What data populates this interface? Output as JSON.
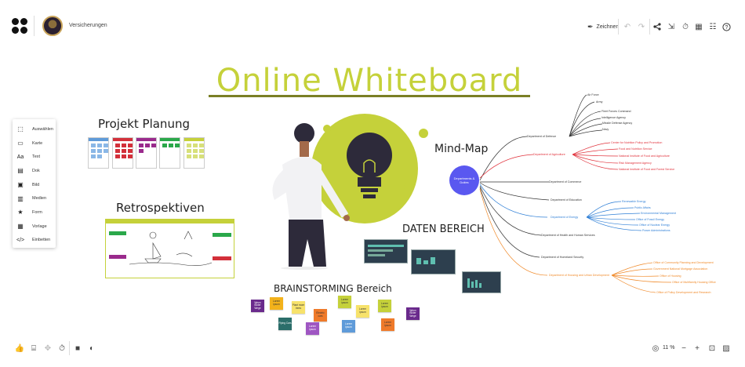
{
  "topbar": {
    "board_name": "Versicherungen",
    "draw_label": "Zeichnen"
  },
  "tools": [
    {
      "label": "Auswählen",
      "icon": "select-icon"
    },
    {
      "label": "Karte",
      "icon": "card-icon"
    },
    {
      "label": "Text",
      "icon": "text-icon"
    },
    {
      "label": "Dok",
      "icon": "document-icon"
    },
    {
      "label": "Bild",
      "icon": "image-icon"
    },
    {
      "label": "Medien",
      "icon": "media-icon"
    },
    {
      "label": "Form",
      "icon": "shape-icon"
    },
    {
      "label": "Vorlage",
      "icon": "template-icon"
    },
    {
      "label": "Einbetten",
      "icon": "embed-icon"
    }
  ],
  "canvas": {
    "title": "Online Whiteboard",
    "sections": {
      "project": "Projekt Planung",
      "retro": "Retrospektiven",
      "mindmap": "Mind-Map",
      "data": "DATEN BEREICH",
      "brainstorm": "BRAINSTORMING Bereich"
    },
    "mindmap": {
      "center": "Departments & Duties",
      "departments": [
        "Department of Defence",
        "Department of Agriculture",
        "Department of Commerce",
        "Department of Education",
        "Department of Energy",
        "Department of Health and Human Services",
        "Department of Homeland Security",
        "Department of Housing and Urban Development"
      ],
      "defence_items": [
        "Air Force",
        "Army",
        "Fleet Forces Command",
        "Intelligence Agency",
        "Missile Defense Agency",
        "Navy"
      ],
      "agriculture_items": [
        "Center for Nutrition Policy and Promotion",
        "Food and Nutrition Service",
        "National Institute of Food and Agriculture",
        "Risk Management Agency",
        "National Institute of Food and Forest Service"
      ],
      "energy_items": [
        "Renewable Energy",
        "Public Affairs",
        "Environmental Management",
        "Office of Fossil Energy",
        "Office of Nuclear Energy",
        "Power Administrations"
      ],
      "housing_items": [
        "Office of Community Planning and Development",
        "Government National Mortgage Association",
        "Office of Housing",
        "Office of Multifamily Housing Office",
        "Office of Policy Development and Research"
      ]
    },
    "stickies": [
      {
        "text": "Wenn Bilder Wege",
        "color": "#6a2a8c",
        "fg": "#fff"
      },
      {
        "text": "Lorem ipsum",
        "color": "#f3b21b",
        "fg": "#222"
      },
      {
        "text": "Plant more trees",
        "color": "#f7e26b",
        "fg": "#222"
      },
      {
        "text": "Flying Cars",
        "color": "#2b6e6a",
        "fg": "#fff"
      },
      {
        "text": "Electric cars",
        "color": "#ef7a2a",
        "fg": "#222"
      },
      {
        "text": "Lorem ipsum",
        "color": "#c5d13a",
        "fg": "#222"
      },
      {
        "text": "Lorem ipsum",
        "color": "#9f56c2",
        "fg": "#fff"
      },
      {
        "text": "Lorem ipsum",
        "color": "#f7e26b",
        "fg": "#222"
      },
      {
        "text": "Lorem ipsum",
        "color": "#5f9bd9",
        "fg": "#fff"
      },
      {
        "text": "Lorem ipsum",
        "color": "#c5d13a",
        "fg": "#222"
      },
      {
        "text": "Lorem ipsum",
        "color": "#ef7a2a",
        "fg": "#222"
      },
      {
        "text": "Wenn Bilder Wege",
        "color": "#6a2a8c",
        "fg": "#fff"
      }
    ]
  },
  "bottombar": {
    "zoom": "11 %"
  },
  "colors": {
    "accent": "#c5d13a",
    "mindmap_center": "#5a58f0",
    "defence": "#333333",
    "agriculture": "#e0303a",
    "energy": "#2f7fd6",
    "housing": "#f08a2a"
  }
}
